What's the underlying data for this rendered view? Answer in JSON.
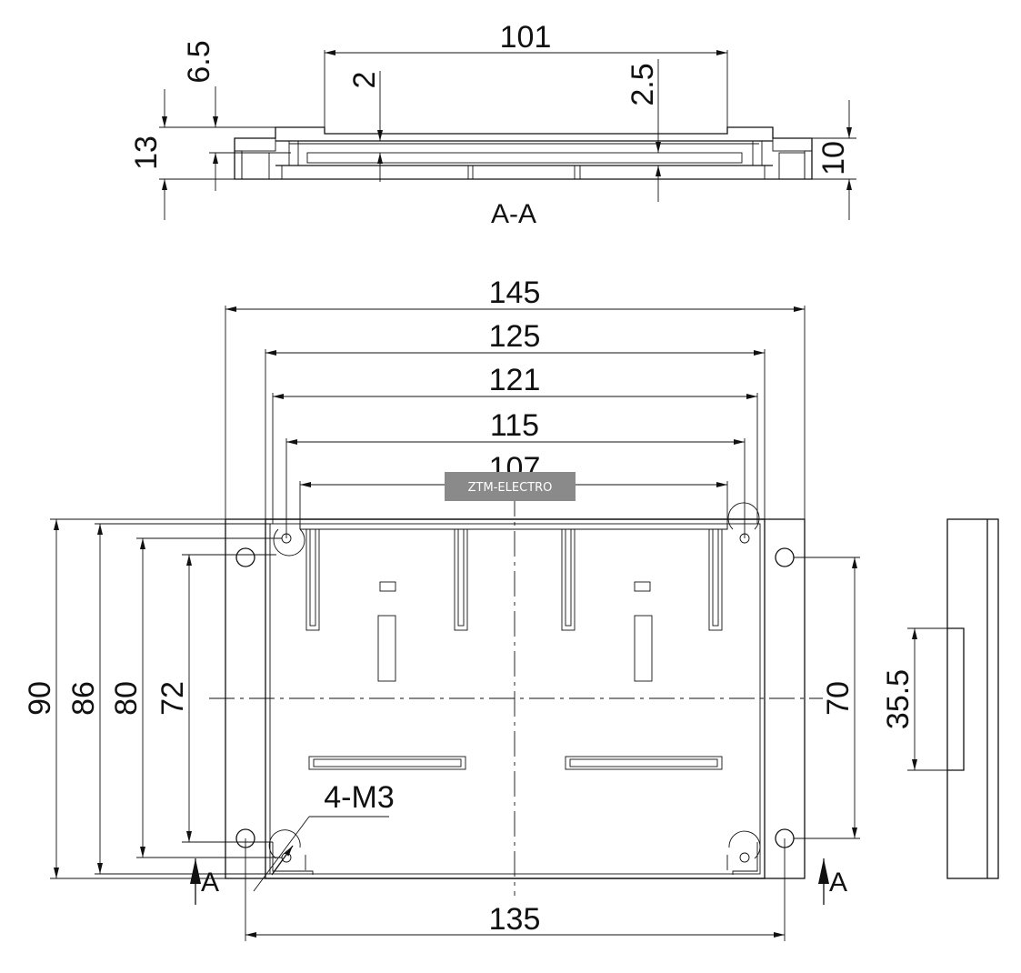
{
  "section": {
    "title": "A-A",
    "dims": {
      "top_width": "101",
      "flange_step": "6.5",
      "total_height": "13",
      "floor": "2",
      "recess": "2.5",
      "side_height": "10"
    }
  },
  "plan": {
    "widths": [
      "145",
      "125",
      "121",
      "115",
      "107"
    ],
    "bottom_width": "135",
    "heights_left": [
      "90",
      "86",
      "80",
      "72"
    ],
    "height_right": "70",
    "hole_note": "4-M3",
    "section_marker": "A"
  },
  "side_view": {
    "dim": "35.5"
  },
  "watermark": "ZTM-ELECTRO"
}
